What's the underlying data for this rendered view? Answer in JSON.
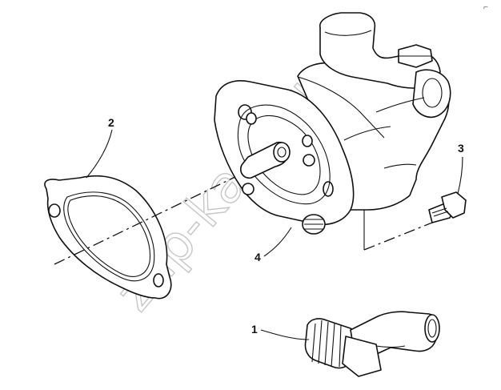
{
  "callouts": [
    {
      "id": "1",
      "label": "1"
    },
    {
      "id": "2",
      "label": "2"
    },
    {
      "id": "3",
      "label": "3"
    },
    {
      "id": "4",
      "label": "4"
    }
  ],
  "watermark": "zap-kaбo.ru",
  "corner_mark": "⌐"
}
